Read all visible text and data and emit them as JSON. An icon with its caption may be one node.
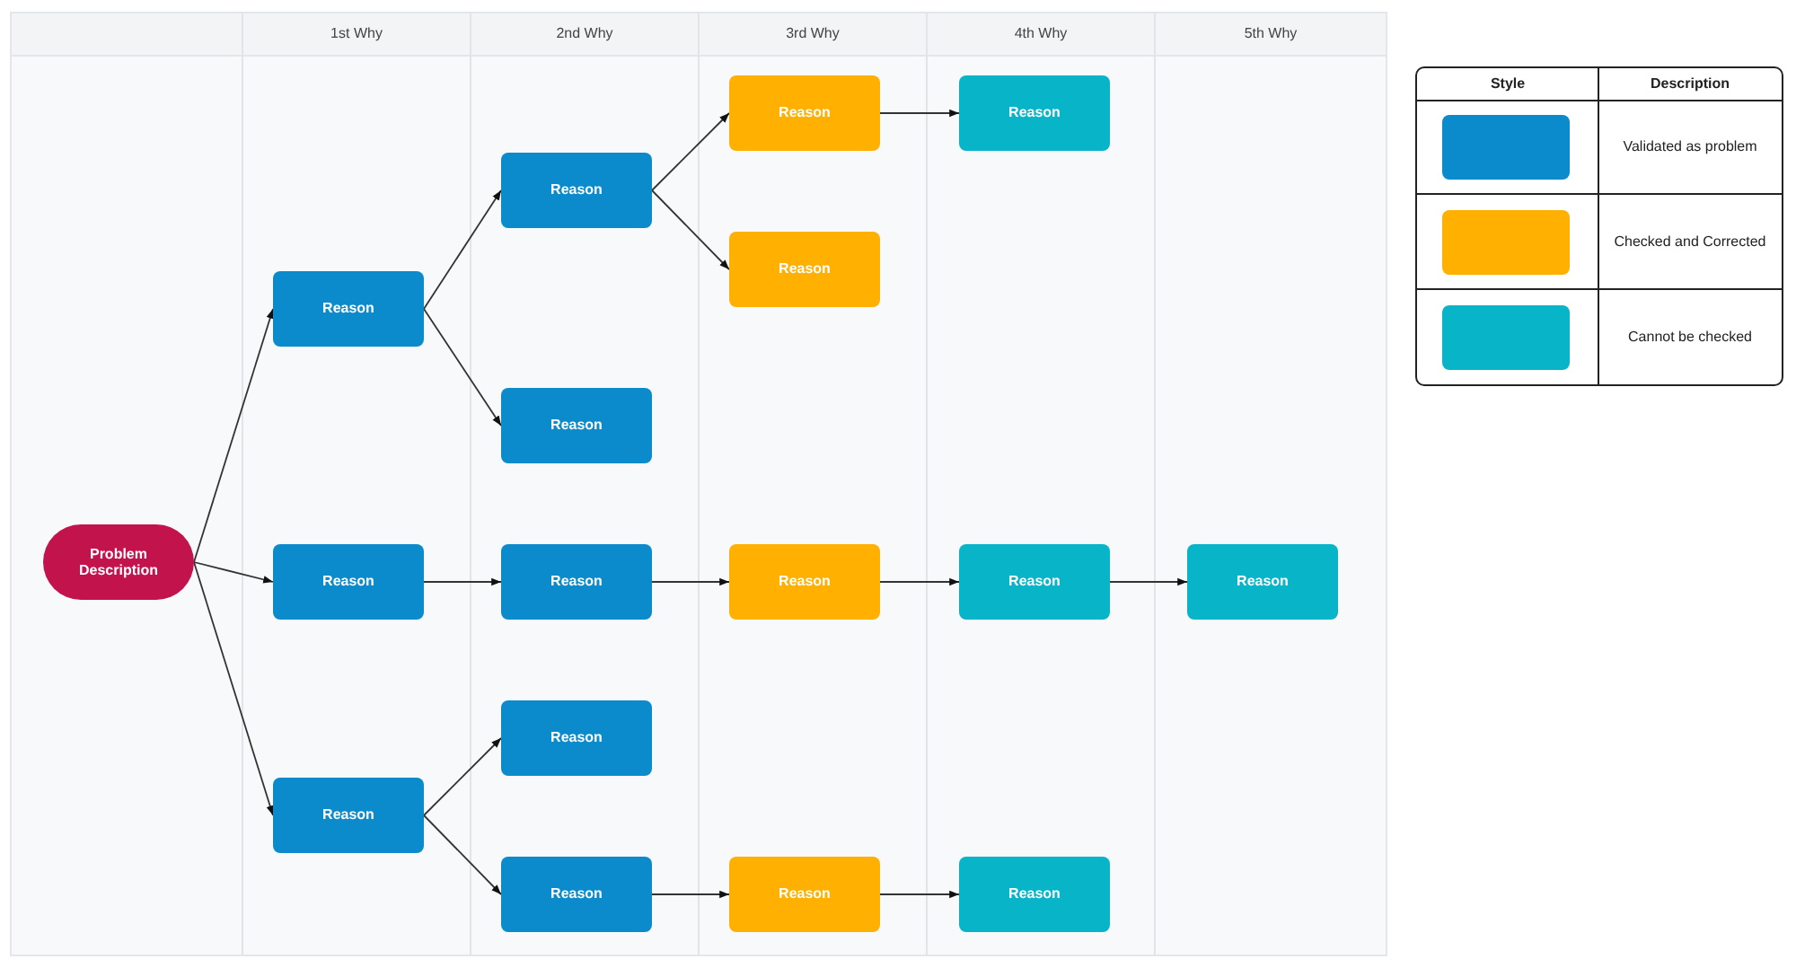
{
  "diagram": {
    "nodes": [
      {
        "text": [
          "Problem Description"
        ]
      },
      {
        "text": [
          "Reason"
        ]
      },
      {
        "text": [
          "Reason"
        ]
      },
      {
        "text": [
          "Reason"
        ]
      },
      {
        "text": [
          "Reason"
        ]
      },
      {
        "text": [
          "Reason"
        ]
      },
      {
        "text": [
          "Reason"
        ]
      },
      {
        "text": [
          "Reason"
        ]
      },
      {
        "text": [
          "Reason"
        ]
      },
      {
        "text": [
          "Reason"
        ]
      },
      {
        "text": [
          "Reason"
        ]
      },
      {
        "text": [
          "Reason"
        ]
      },
      {
        "text": [
          "Reason"
        ]
      },
      {
        "text": [
          "Reason"
        ]
      },
      {
        "text": [
          "Reason"
        ]
      },
      {
        "text": [
          "Reason"
        ]
      },
      {
        "text": [
          "Reason"
        ]
      }
    ],
    "edges": [
      {
        "from": 0,
        "to": 1,
        "arrow": "to"
      },
      {
        "from": 0,
        "to": 2,
        "arrow": "to"
      },
      {
        "from": 0,
        "to": 3,
        "arrow": "to"
      },
      {
        "from": 1,
        "to": 4,
        "arrow": "to"
      },
      {
        "from": 1,
        "to": 5,
        "arrow": "to"
      },
      {
        "from": 4,
        "to": 9,
        "arrow": "to"
      },
      {
        "from": 4,
        "to": 10,
        "arrow": "to"
      },
      {
        "from": 9,
        "to": 13,
        "arrow": "to"
      },
      {
        "from": 2,
        "to": 6,
        "arrow": "to"
      },
      {
        "from": 6,
        "to": 11,
        "arrow": "to"
      },
      {
        "from": 11,
        "to": 14,
        "arrow": "to"
      },
      {
        "from": 14,
        "to": 16,
        "arrow": "to"
      },
      {
        "from": 3,
        "to": 7,
        "arrow": "to"
      },
      {
        "from": 3,
        "to": 8,
        "arrow": "to"
      },
      {
        "from": 8,
        "to": 12,
        "arrow": "to"
      },
      {
        "from": 12,
        "to": 15,
        "arrow": "to"
      }
    ],
    "labels": [
      "1st Why",
      "2nd Why",
      "3rd Why",
      "4th Why",
      "5th Why",
      "Style",
      "Description"
    ],
    "legend": [
      {
        "text": "Validated as problem",
        "color": "#0b8bcb"
      },
      {
        "text": "Checked and Corrected",
        "color": "#ffb000"
      },
      {
        "text": "Cannot be checked",
        "color": "#08b4c8"
      }
    ]
  }
}
